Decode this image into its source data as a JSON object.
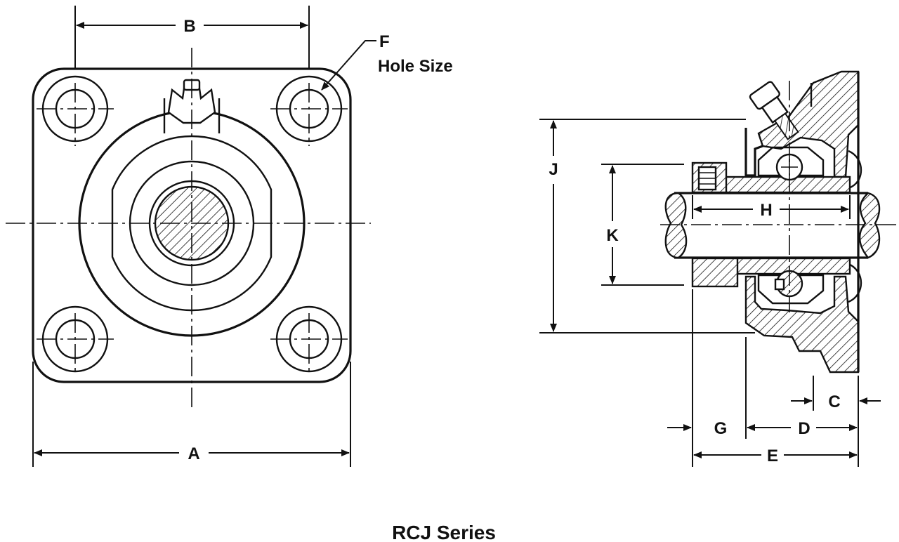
{
  "labels": {
    "a": "A",
    "b": "B",
    "c": "C",
    "d": "D",
    "e": "E",
    "f": "F",
    "f_note": "Hole Size",
    "g": "G",
    "h": "H",
    "j": "J",
    "k": "K"
  },
  "caption": "RCJ Series"
}
